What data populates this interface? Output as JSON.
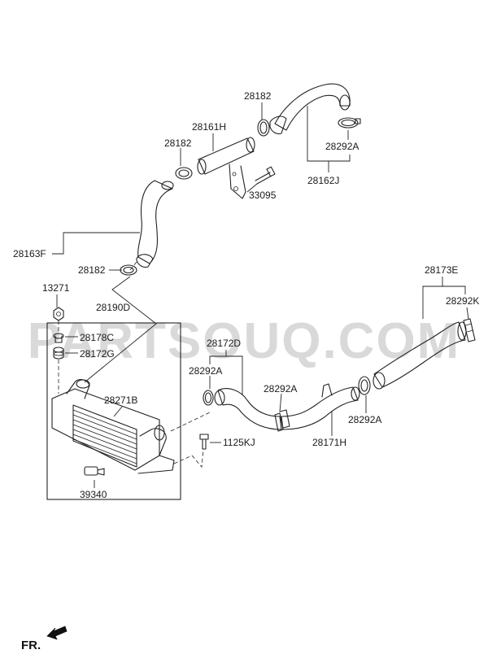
{
  "watermark": "PARTSOUQ.COM",
  "orientation_label": "FR.",
  "part_labels": {
    "p28182_top": "28182",
    "p28161H": "28161H",
    "p28182_mid": "28182",
    "p28292A_top": "28292A",
    "p28162J": "28162J",
    "p33095": "33095",
    "p28163F": "28163F",
    "p28182_low": "28182",
    "p13271": "13271",
    "p28190D": "28190D",
    "p28178C": "28178C",
    "p28172G": "28172G",
    "p28271B": "28271B",
    "p39340": "39340",
    "p28172D": "28172D",
    "p28292A_left": "28292A",
    "p28292A_mid": "28292A",
    "p28171H": "28171H",
    "p28292A_right": "28292A",
    "p1125KJ": "1125KJ",
    "p28173E": "28173E",
    "p28292K": "28292K"
  }
}
